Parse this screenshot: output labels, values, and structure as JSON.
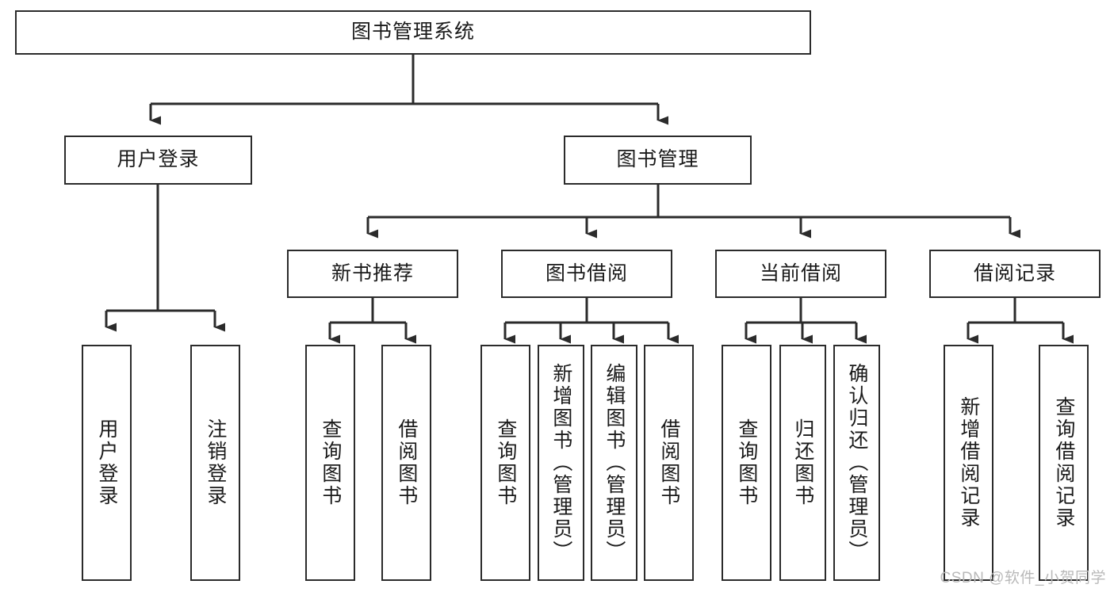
{
  "diagram": {
    "title_box": {
      "label": "图书管理系统"
    },
    "level2": [
      {
        "id": "user-login",
        "label": "用户登录"
      },
      {
        "id": "book-management",
        "label": "图书管理"
      }
    ],
    "level3": [
      {
        "id": "new-book-recommend",
        "label": "新书推荐"
      },
      {
        "id": "book-borrow",
        "label": "图书借阅"
      },
      {
        "id": "current-borrow",
        "label": "当前借阅"
      },
      {
        "id": "borrow-record",
        "label": "借阅记录"
      }
    ],
    "leaves": {
      "user_login": [
        {
          "id": "leaf-user-login",
          "label": "用户登录"
        },
        {
          "id": "leaf-user-logout",
          "label": "注销登录"
        }
      ],
      "new_book_recommend": [
        {
          "id": "leaf-query-book-1",
          "label": "查询图书"
        },
        {
          "id": "leaf-borrow-book-1",
          "label": "借阅图书"
        }
      ],
      "book_borrow": [
        {
          "id": "leaf-query-book-2",
          "label": "查询图书"
        },
        {
          "id": "leaf-add-book",
          "label": "新增图书（管理员）"
        },
        {
          "id": "leaf-edit-book",
          "label": "编辑图书（管理员）"
        },
        {
          "id": "leaf-borrow-book-2",
          "label": "借阅图书"
        }
      ],
      "current_borrow": [
        {
          "id": "leaf-query-book-3",
          "label": "查询图书"
        },
        {
          "id": "leaf-return-book",
          "label": "归还图书"
        },
        {
          "id": "leaf-confirm-return",
          "label": "确认归还（管理员）"
        }
      ],
      "borrow_record": [
        {
          "id": "leaf-add-record",
          "label": "新增借阅记录"
        },
        {
          "id": "leaf-query-record",
          "label": "查询借阅记录"
        }
      ]
    }
  },
  "watermark": {
    "text": "CSDN @软件_小贺同学"
  },
  "colors": {
    "border": "#2b2b2b",
    "background": "#ffffff",
    "text": "#1a1a1a",
    "watermark": "#b9b9b9"
  }
}
